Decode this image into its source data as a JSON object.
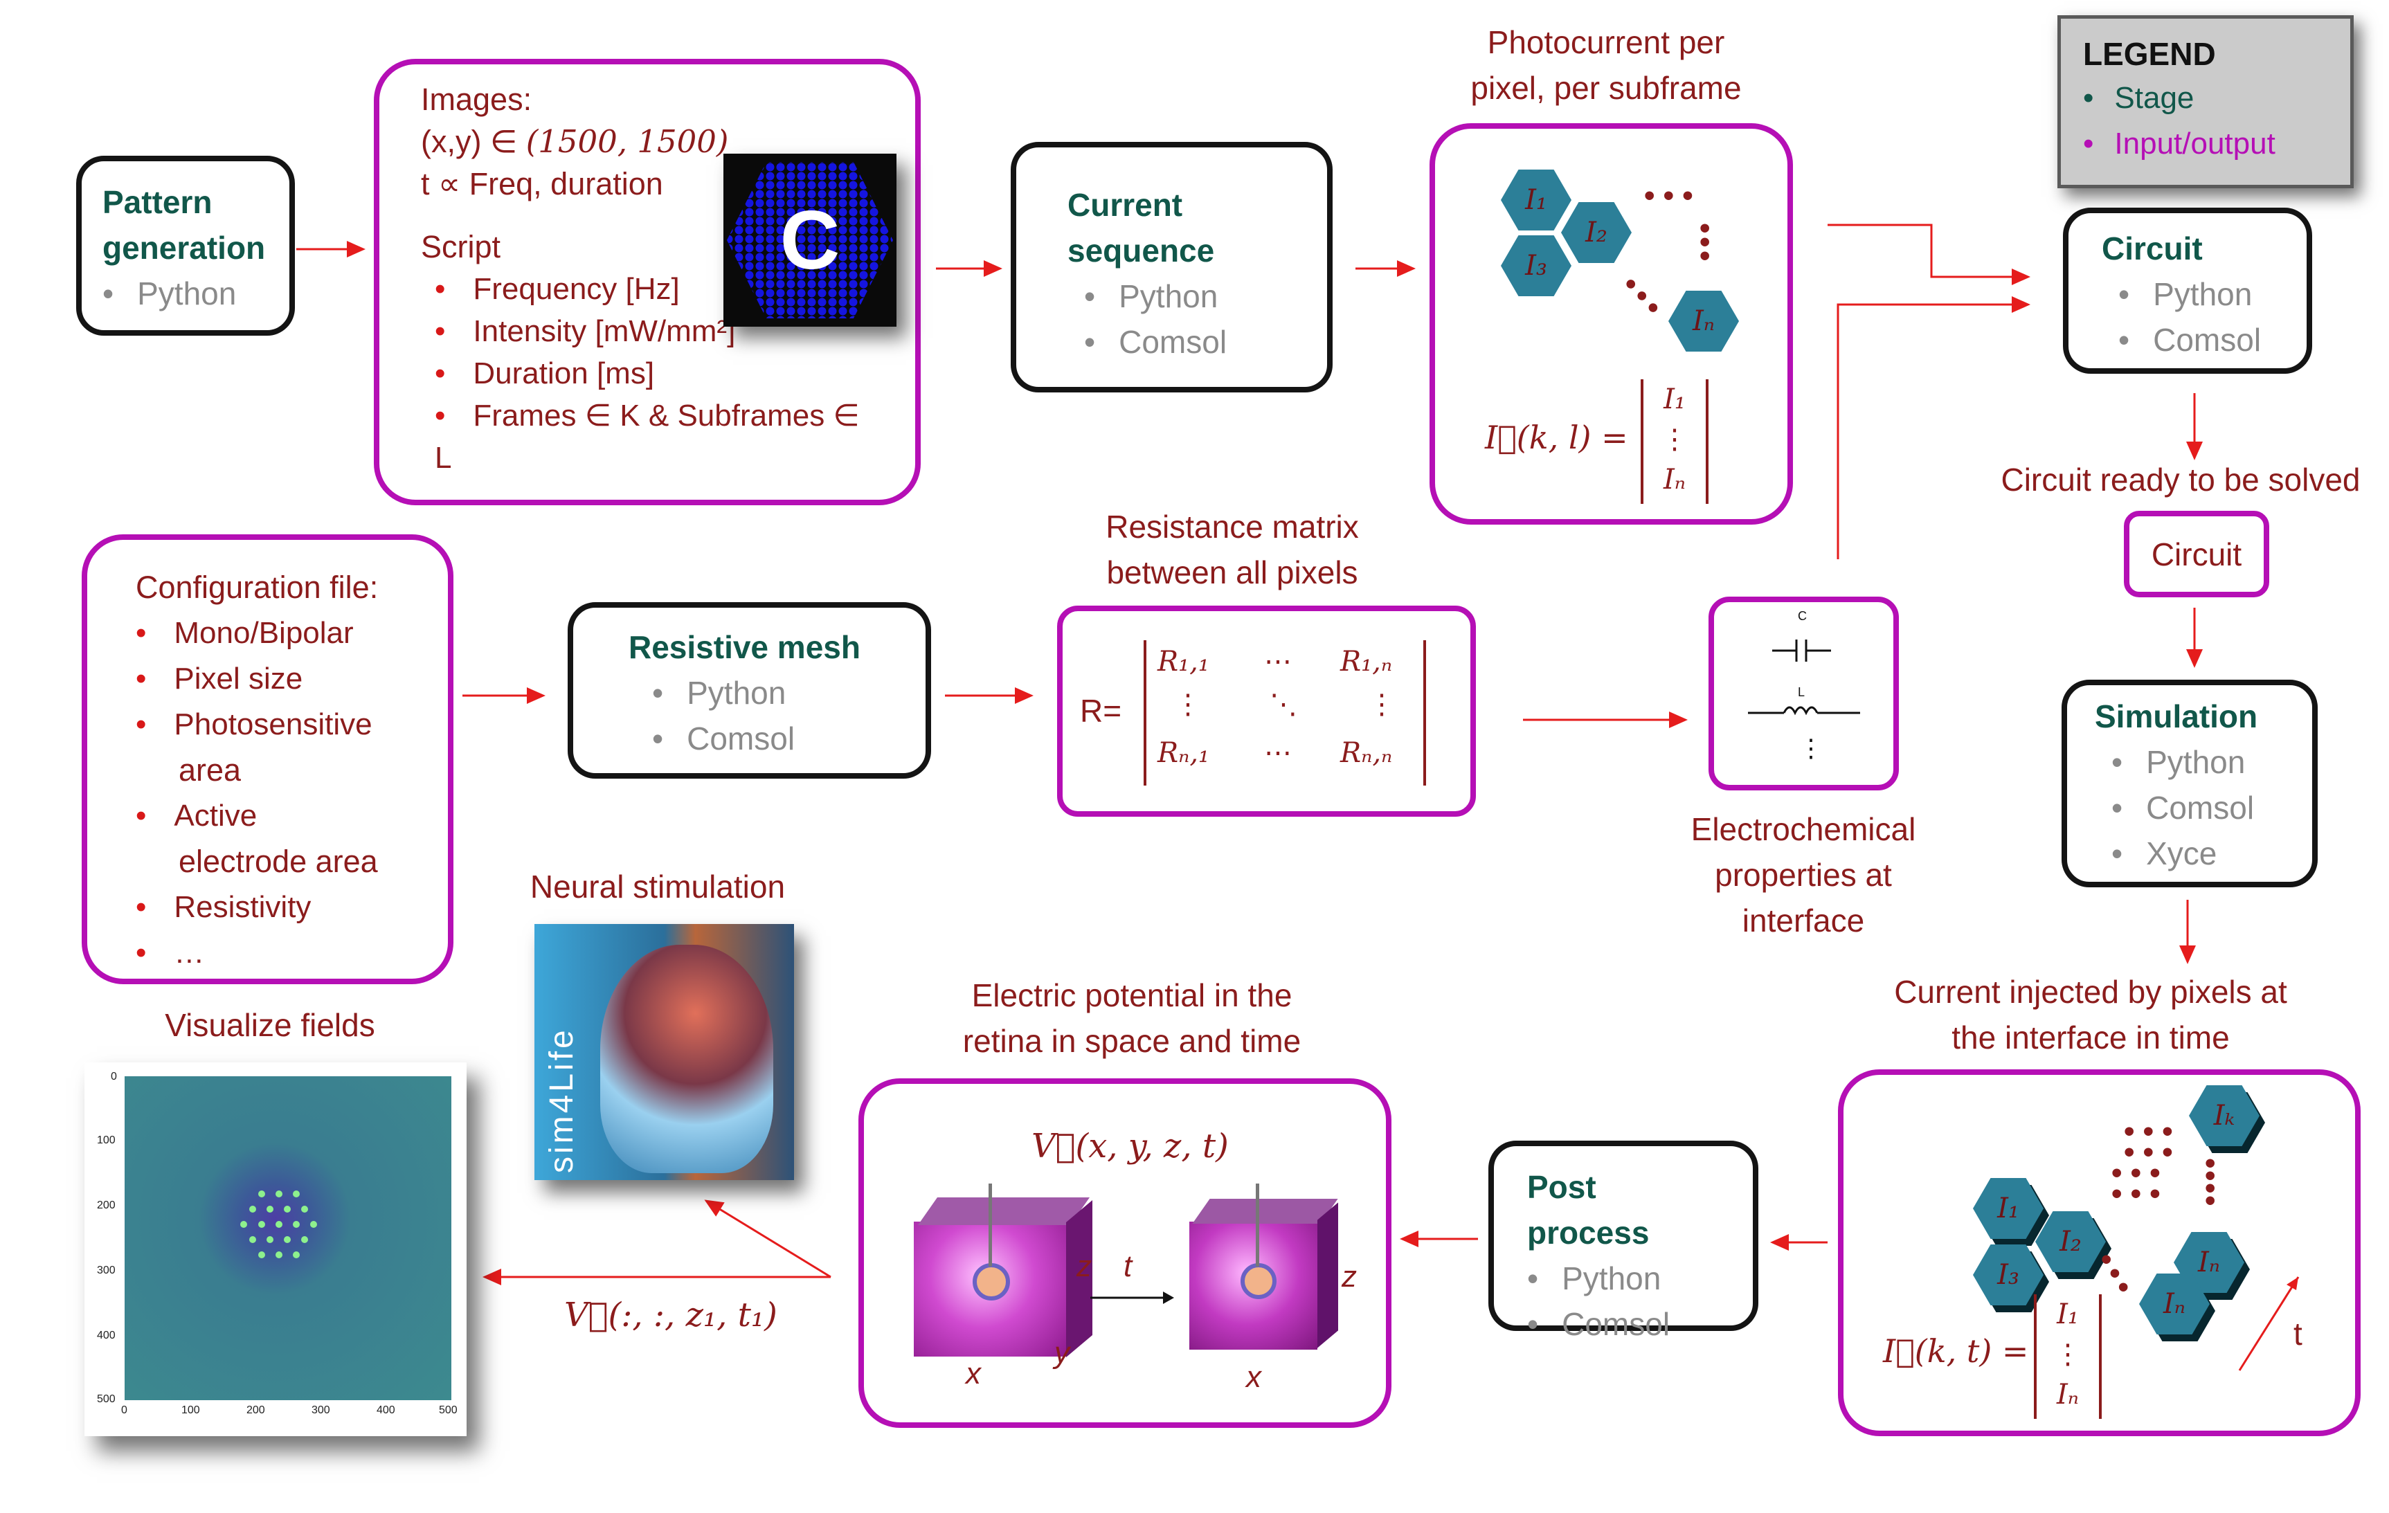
{
  "legend": {
    "title": "LEGEND",
    "stage": "Stage",
    "io": "Input/output"
  },
  "colors": {
    "stage_border": "#141414",
    "io_border": "#b50fb5",
    "stage_title": "#11574a",
    "text_dark_red": "#8b1c1c",
    "arrow": "#e51c1c",
    "hex": "#2c7f98"
  },
  "pattern_generation": {
    "title_1": "Pattern",
    "title_2": "generation",
    "items": [
      "Python"
    ]
  },
  "images_box": {
    "line1": "Images:",
    "line2_prefix": "(x,y) ∈ ",
    "line2_value": "(1500, 1500)",
    "line3": "t ∝ Freq, duration",
    "script_title": "Script",
    "script_items": [
      "Frequency [Hz]",
      "Intensity [mW/mm²]",
      "Duration [ms]",
      "Frames ∈ K & Subframes ∈ L"
    ],
    "thumbnail_letter": "C"
  },
  "current_sequence": {
    "title_1": "Current",
    "title_2": "sequence",
    "items": [
      "Python",
      "Comsol"
    ]
  },
  "photocurrent": {
    "caption_1": "Photocurrent per",
    "caption_2": "pixel, per subframe",
    "hex_labels": [
      "I₁",
      "I₂",
      "I₃",
      "Iₙ"
    ],
    "formula": "I⃗(k, l) =",
    "vector": [
      "I₁",
      "⋮",
      "Iₙ"
    ]
  },
  "circuit_stage": {
    "title": "Circuit",
    "items": [
      "Python",
      "Comsol"
    ]
  },
  "circuit_ready": {
    "caption": "Circuit ready to be solved",
    "box_label": "Circuit"
  },
  "simulation": {
    "title": "Simulation",
    "items": [
      "Python",
      "Comsol",
      "Xyce"
    ]
  },
  "config_file": {
    "title": "Configuration file:",
    "items": [
      "Mono/Bipolar",
      "Pixel size",
      "Photosensitive",
      "area",
      "Active",
      "electrode area",
      "Resistivity",
      "…"
    ]
  },
  "resistive_mesh": {
    "title": "Resistive mesh",
    "items": [
      "Python",
      "Comsol"
    ]
  },
  "resistance_matrix": {
    "caption_1": "Resistance matrix",
    "caption_2": "between all pixels",
    "prefix": "R=",
    "r11": "R₁,₁",
    "r1n": "R₁,ₙ",
    "rn1": "Rₙ,₁",
    "rnn": "Rₙ,ₙ",
    "hdots": "⋯",
    "vdots": "⋮",
    "ddots": "⋱"
  },
  "electrochem": {
    "caption_1": "Electrochemical",
    "caption_2": "properties at",
    "caption_3": "interface",
    "cap_label": "C",
    "ind_label": "L",
    "vdots": "⋮"
  },
  "current_injected": {
    "caption_1": "Current injected by pixels at",
    "caption_2": "the interface in time",
    "hex_labels": [
      "I₁",
      "I₂",
      "I₃",
      "Iₙ",
      "Iₙ",
      "Iₖ"
    ],
    "formula": "I⃗(k, t) =",
    "vector": [
      "I₁",
      "⋮",
      "Iₙ"
    ],
    "time_label": "t"
  },
  "post_process": {
    "title": "Post process",
    "items": [
      "Python",
      "Comsol"
    ]
  },
  "electric_potential": {
    "caption_1": "Electric potential in the",
    "caption_2": "retina in space and time",
    "formula": "V⃗(x, y, z, t)",
    "axis_z": "z",
    "axis_t": "t",
    "axis_x": "x",
    "axis_y": "y",
    "axis_z2": "z",
    "axis_x2": "x"
  },
  "neural_stimulation": {
    "caption": "Neural stimulation",
    "logo_text": "sim4Life"
  },
  "slice_formula": "V⃗(:, :, z₁, t₁)",
  "visualize": {
    "caption": "Visualize fields",
    "xticks": [
      "0",
      "100",
      "200",
      "300",
      "400",
      "500"
    ],
    "yticks": [
      "0",
      "100",
      "200",
      "300",
      "400",
      "500"
    ]
  }
}
